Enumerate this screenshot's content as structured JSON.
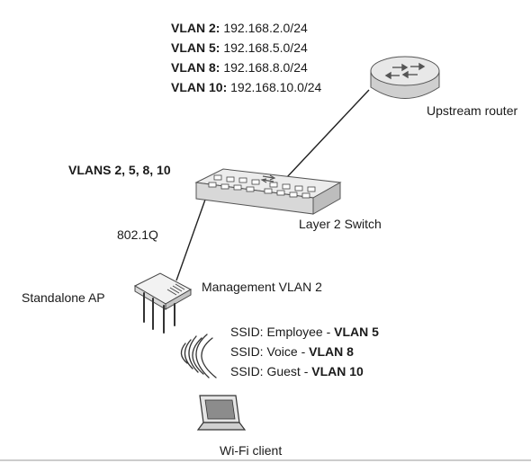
{
  "vlan_subnets": [
    {
      "vlan": "VLAN 2:",
      "subnet": "192.168.2.0/24"
    },
    {
      "vlan": "VLAN 5:",
      "subnet": "192.168.5.0/24"
    },
    {
      "vlan": "VLAN 8:",
      "subnet": "192.168.8.0/24"
    },
    {
      "vlan": "VLAN 10:",
      "subnet": "192.168.10.0/24"
    }
  ],
  "router": {
    "label": "Upstream router"
  },
  "switch": {
    "label": "Layer 2 Switch",
    "vlans_label": "VLANS 2, 5, 8, 10"
  },
  "trunk": {
    "label": "802.1Q"
  },
  "ap": {
    "label": "Standalone AP",
    "management": "Management VLAN 2"
  },
  "ssids": [
    {
      "name": "SSID: Employee - ",
      "vlan": "VLAN 5"
    },
    {
      "name": "SSID: Voice - ",
      "vlan": "VLAN 8"
    },
    {
      "name": "SSID: Guest - ",
      "vlan": "VLAN 10"
    }
  ],
  "client": {
    "label": "Wi-Fi client"
  }
}
